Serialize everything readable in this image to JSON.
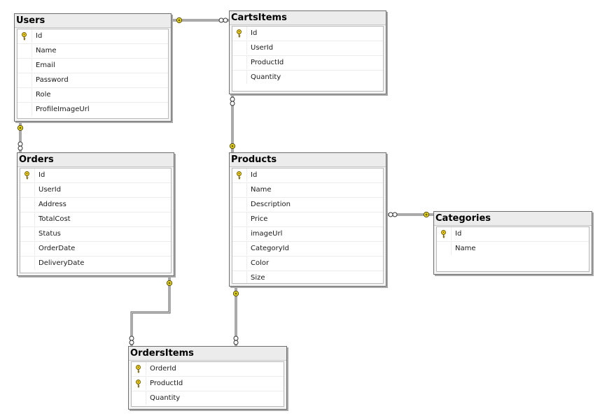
{
  "diagram": {
    "tables": {
      "users": {
        "title": "Users",
        "columns": [
          {
            "name": "Id",
            "pk": true
          },
          {
            "name": "Name",
            "pk": false
          },
          {
            "name": "Email",
            "pk": false
          },
          {
            "name": "Password",
            "pk": false
          },
          {
            "name": "Role",
            "pk": false
          },
          {
            "name": "ProfileImageUrl",
            "pk": false
          }
        ]
      },
      "cartsitems": {
        "title": "CartsItems",
        "columns": [
          {
            "name": "Id",
            "pk": true
          },
          {
            "name": "UserId",
            "pk": false
          },
          {
            "name": "ProductId",
            "pk": false
          },
          {
            "name": "Quantity",
            "pk": false
          }
        ]
      },
      "orders": {
        "title": "Orders",
        "columns": [
          {
            "name": "Id",
            "pk": true
          },
          {
            "name": "UserId",
            "pk": false
          },
          {
            "name": "Address",
            "pk": false
          },
          {
            "name": "TotalCost",
            "pk": false
          },
          {
            "name": "Status",
            "pk": false
          },
          {
            "name": "OrderDate",
            "pk": false
          },
          {
            "name": "DeliveryDate",
            "pk": false
          }
        ]
      },
      "products": {
        "title": "Products",
        "columns": [
          {
            "name": "Id",
            "pk": true
          },
          {
            "name": "Name",
            "pk": false
          },
          {
            "name": "Description",
            "pk": false
          },
          {
            "name": "Price",
            "pk": false
          },
          {
            "name": "imageUrl",
            "pk": false
          },
          {
            "name": "CategoryId",
            "pk": false
          },
          {
            "name": "Color",
            "pk": false
          },
          {
            "name": "Size",
            "pk": false
          }
        ]
      },
      "categories": {
        "title": "Categories",
        "columns": [
          {
            "name": "Id",
            "pk": true
          },
          {
            "name": "Name",
            "pk": false
          }
        ]
      },
      "ordersitems": {
        "title": "OrdersItems",
        "columns": [
          {
            "name": "OrderId",
            "pk": true
          },
          {
            "name": "ProductId",
            "pk": true
          },
          {
            "name": "Quantity",
            "pk": false
          }
        ]
      }
    },
    "relationships": [
      {
        "one": "users",
        "many": "cartsitems"
      },
      {
        "one": "users",
        "many": "orders"
      },
      {
        "one": "products",
        "many": "cartsitems"
      },
      {
        "one": "categories",
        "many": "products"
      },
      {
        "one": "orders",
        "many": "ordersitems"
      },
      {
        "one": "products",
        "many": "ordersitems"
      }
    ],
    "colors": {
      "key_icon": "#f2d21b",
      "one_end": "#f6e428",
      "line": "#555555"
    }
  }
}
